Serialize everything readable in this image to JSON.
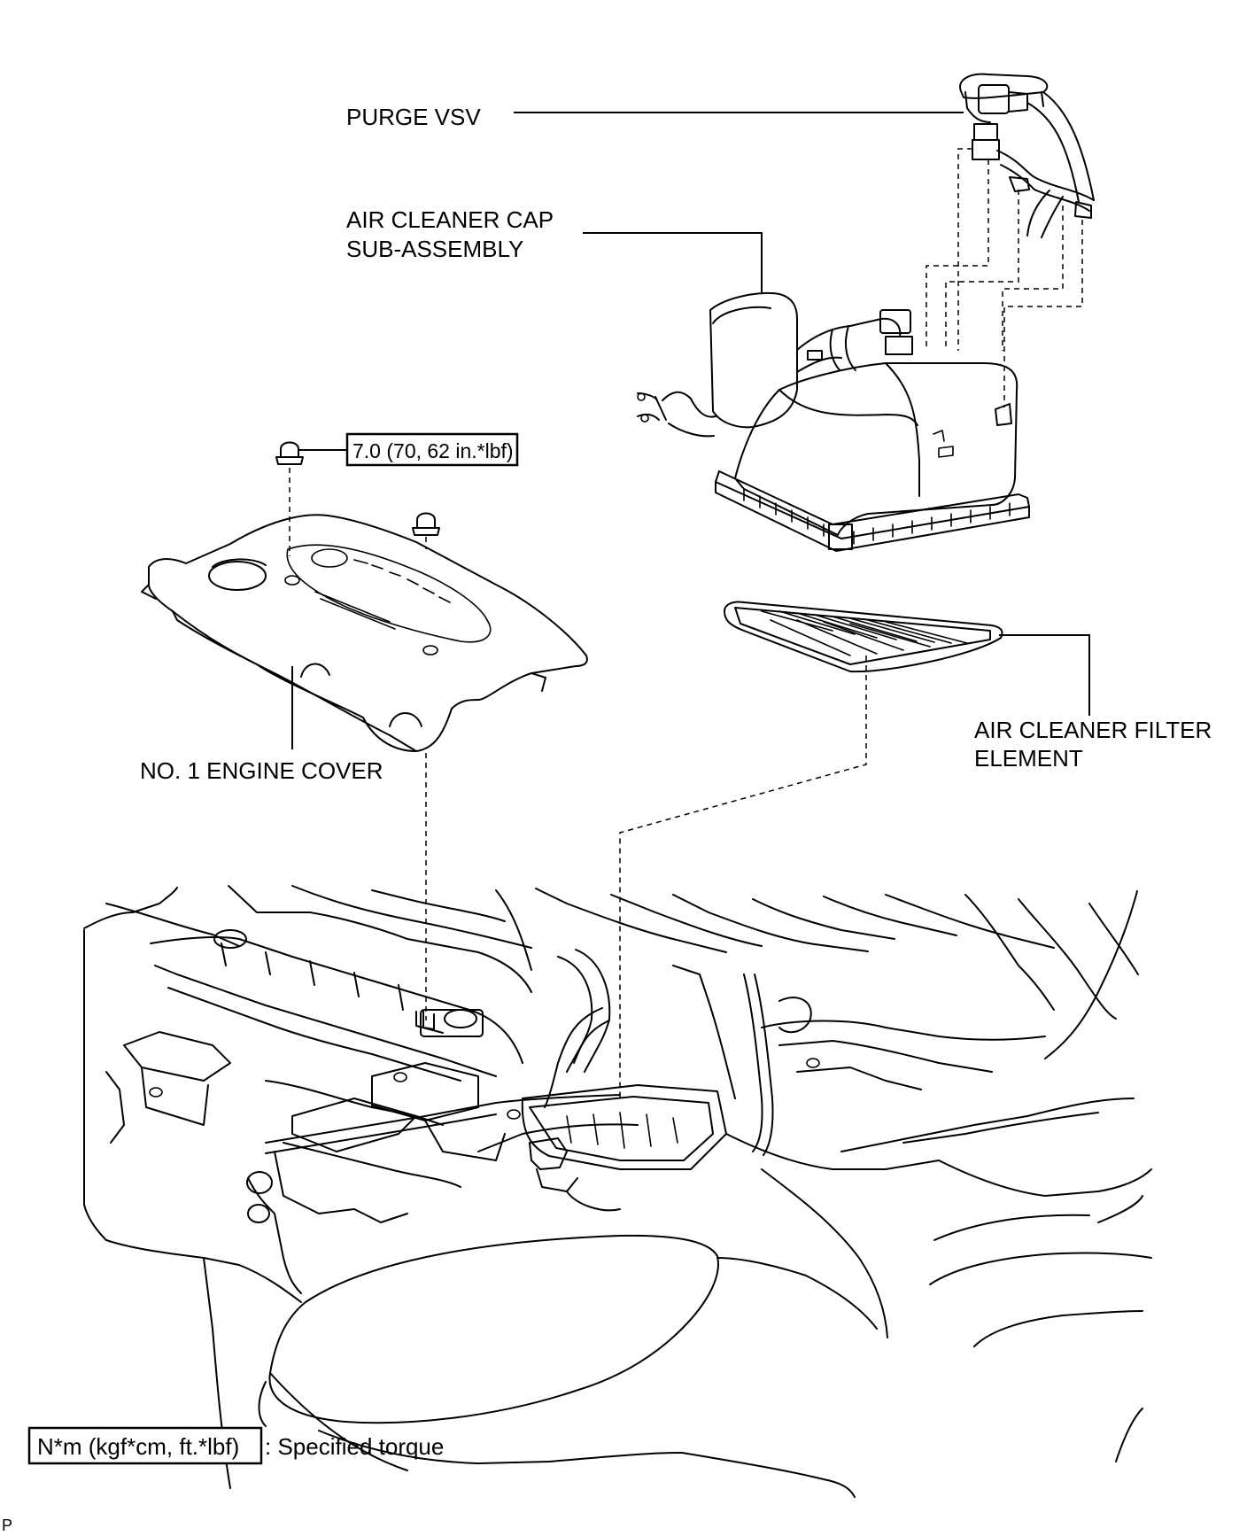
{
  "labels": {
    "purge_vsv": "PURGE VSV",
    "air_cleaner_cap_line1": "AIR CLEANER CAP",
    "air_cleaner_cap_line2": "SUB-ASSEMBLY",
    "torque_spec": "7.0 (70, 62 in.*lbf)",
    "engine_cover": "NO. 1 ENGINE COVER",
    "filter_element_line1": "AIR CLEANER FILTER",
    "filter_element_line2": "ELEMENT"
  },
  "legend": {
    "unit_box": "N*m (kgf*cm, ft.*lbf)",
    "description": ": Specified torque"
  },
  "corner_mark": "P"
}
